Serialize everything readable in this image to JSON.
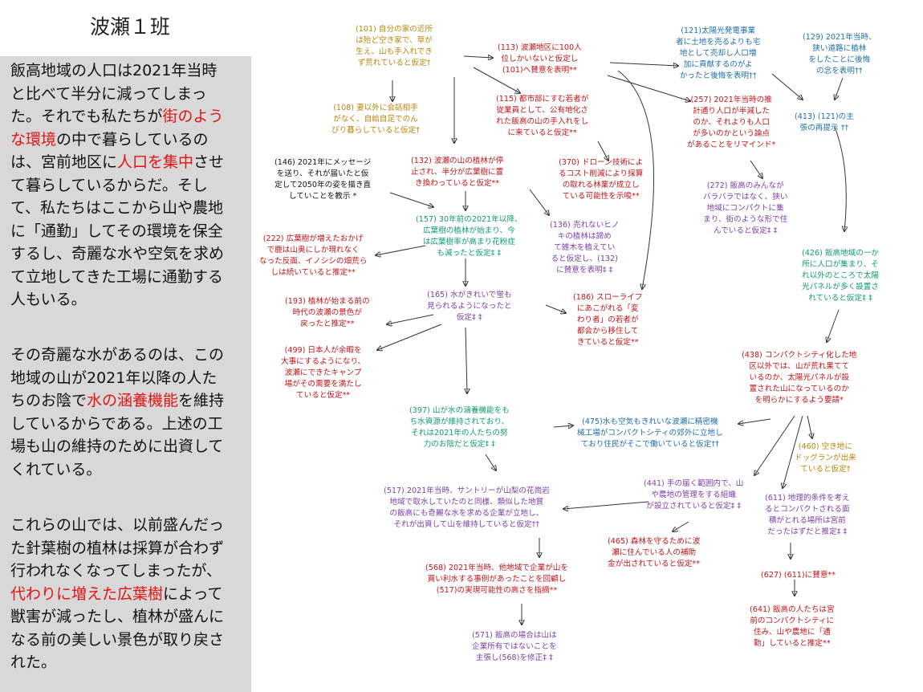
{
  "title": "波瀬１班",
  "colors": {
    "highlight": "#e01414",
    "panel_bg": "#d8d8d8",
    "olive": "#b8860b",
    "red": "#c0151a",
    "black": "#111111",
    "green": "#119a74",
    "purple": "#7b3fa6",
    "blue": "#1f6fa8"
  },
  "side_text": {
    "p1": [
      {
        "t": "飯高地域の人口は2021年当時と比べて半分に減ってしまった。それでも私たちが",
        "hl": false
      },
      {
        "t": "街のような環境",
        "hl": true
      },
      {
        "t": "の中で暮らしているのは、宮前地区に",
        "hl": false
      },
      {
        "t": "人口を集中",
        "hl": true
      },
      {
        "t": "させて暮らしているからだ。そして、私たちはここから山や農地に「通勤」してその環境を保全するし、奇麗な水や空気を求めて立地してきた工場に通勤する人もいる。",
        "hl": false
      }
    ],
    "p2": [
      {
        "t": "その奇麗な水があるのは、この地域の山が2021年以降の人たちのお陰で",
        "hl": false
      },
      {
        "t": "水の涵養機能",
        "hl": true
      },
      {
        "t": "を維持しているからである。上述の工場も山の維持のために出資してくれている。",
        "hl": false
      }
    ],
    "p3": [
      {
        "t": "これらの山では、以前盛んだった針葉樹の植林は採算が合わず行われなくなってしまったが、",
        "hl": false
      },
      {
        "t": "代わりに増えた広葉樹",
        "hl": true
      },
      {
        "t": "によって獣害が減ったし、植林が盛んになる前の美しい景色が取り戻された。",
        "hl": false
      }
    ]
  },
  "nodes": {
    "n101": "(101) 自分の家の近所\nは殆ど空き家で、草が\n生え、山も手入れでき\nず荒れていると仮定†",
    "n108": "(108) 妻以外に会話相手\nがなく、自給自足でのん\nびり暮らしていると仮定†",
    "n113": "(113) 波瀬地区に100人\n位しかいないと仮定し\n(101)へ賛意を表明**",
    "n115": "(115) 都市部にすむ若者が\n従業員として、公有地化さ\nれた飯高の山の手入れをし\nに来ていると仮定**",
    "n121": "(121)太陽光発電事業\n者に土地を売るよりも宅\n地として売却し人口増\n加に貢献するのがよ\nかったと後悔を表明††",
    "n129": "(129) 2021年当時、\n狭い道路に植林\nをしたことに後悔\nの念を表明††",
    "n257": "(257) 2021年当時の推\n計通り人口が半減した\nのか、それよりも人口\nが多いのかという論点\nがあることをリマインド*",
    "n413": "(413) (121)の主\n張の再提示 ††",
    "n146": "(146) 2021年にメッセージ\nを送り、それが届いたと仮\n定して2050年の姿を描き直\nしていことを教示 *",
    "n132": "(132) 波瀬の山の植林が停\n止され、半分が広葉樹に置\nき換わっていると仮定**",
    "n370": "(370) ドローン技術によ\nるコスト削減により採算\nの取れる林業が成立し\nている可能性を示唆**",
    "n272": "(272) 飯高のみんなが\nバラバラではなく、狭い\n地域にコンパクトに集\nまり、街のような形で住\nんでいると仮定‡ ‡",
    "n157": "(157) 30年前の2021年以降、\n広葉樹の植林が始まり、今\nは広葉樹率が高まり花粉症\nも減ったと仮定‡ ‡",
    "n136": "(136) 売れないヒノ\nキの植林は諦め\nて雑木を植えてい\nると仮定し、(132)\nに賛意を表明‡ ‡",
    "n222": "(222) 広葉樹が増えたおかげ\nで鹿は山奥にしか現れなく\nなった反面、イノシシの畑荒ら\nしは続いていると推定**",
    "n426": "(426) 飯高地域の一か\n所に人口が集まり、そ\nれ以外のところで太陽\n光パネルが多く設置さ\nれていると仮定‡ ‡",
    "n165": "(165) 水がきれいで蛍も\n見られるようになったと\n仮定‡ ‡",
    "n186": "(186) スローライフ\nにあこがれる「変\nわり者」の若者が\n都会から移住して\nきていると仮定**",
    "n193": "(193) 植林が始まる前の\n時代の波瀬の景色が\n戻ったと推定**",
    "n499": "(499) 日本人が余暇を\n大事にするようになり、\n波瀬にできたキャンプ\n場がその需要を満たし\nていると仮定**",
    "n438": "(438) コンパクトシティ化した地\n区以外では、山が荒れ果てて\nいるのか、太陽光パネルが設\n置された山になっているのか\nを明らかにするよう要請*",
    "n397": "(397) 山が水の涵養機能をも\nち水資源が維持されており、\nそれは2021年の人たちの努\n力のお陰だと仮定‡ ‡",
    "n475": "(475)水も空気もきれいな波瀬に精密機\n械工場がコンパクトシティの郊外に立地し\nており住民がそこで働いていると仮定††",
    "n460": "(460) 空き地に\nドッグランが出来\nていると仮定†",
    "n441": "(441) 手の届く範囲内で、山\nや農地の管理をする組織\nが設立されていると仮定‡ ‡",
    "n611": "(611) 地理的条件を考え\nるとコンパクトされる面\n積がとれる場所は宮前\nだったはずだと推定‡ ‡",
    "n517": "(517) 2021年当時、サントリーが山梨の花崗岩\n地域で取水していたのと同様、類似した地質\nの飯高にも奇麗な水を求める企業が立地し、\nそれが出資して山を維持していると仮定††",
    "n465": "(465) 森林を守るために波\n瀬に住んでいる人の補助\n金が出されていると仮定**",
    "n627": "(627) (611)に賛意**",
    "n568": "(568) 2021年当時、他地域で企業が山を\n買い利水する事例があったことを回顧し\n(517)の実現可能性の高さを指摘**",
    "n641": "(641) 飯高の人たちは宮\n前のコンパクトシティに\n住み、山や農地に「通\n勤」していると推定**",
    "n571": "(571) 飯高の場合は山は\n企業所有ではないことを\n主張し(568)を修正‡ ‡"
  }
}
